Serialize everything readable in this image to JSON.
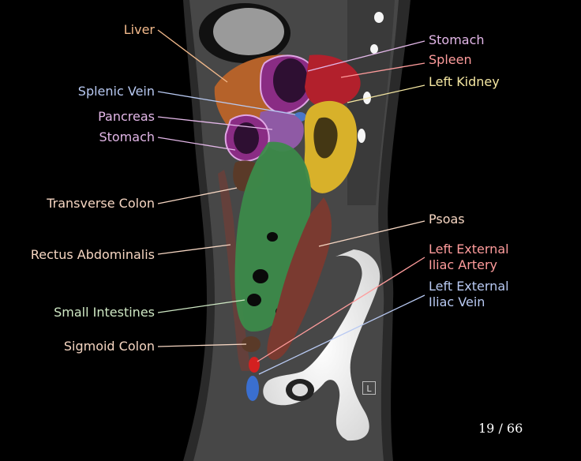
{
  "labels": {
    "liver": "Liver",
    "splenic_vein": "Splenic Vein",
    "pancreas": "Pancreas",
    "stomach_left": "Stomach",
    "transverse_colon": "Transverse Colon",
    "rectus_abdominalis": "Rectus Abdominalis",
    "small_intestines": "Small Intestines",
    "sigmoid_colon": "Sigmoid Colon",
    "stomach_right": "Stomach",
    "spleen": "Spleen",
    "left_kidney": "Left Kidney",
    "psoas": "Psoas",
    "iliac_artery": "Left External\nIliac Artery",
    "iliac_vein": "Left External\nIliac Vein"
  },
  "slice": {
    "current": 19,
    "total": 66,
    "text": "19 / 66"
  },
  "orientation_marker": "L",
  "colors": {
    "liver": "#b5622a",
    "stomach": "#8a2c84",
    "spleen": "#b2202c",
    "kidney": "#d8b12a",
    "splenic_vein": "#4a76c6",
    "pancreas": "#8f5aa5",
    "small_intestines": "#3c8a4a",
    "psoas": "#7a3a30",
    "iliac_artery": "#d42020",
    "iliac_vein": "#3a6fd0",
    "label_orange": "#f2b98b",
    "label_blue": "#b8c9f2",
    "label_purple": "#e3b7e8",
    "label_pink": "#ff9c9c",
    "label_yellow": "#f5e7a2",
    "label_peach": "#f6d6c2",
    "label_green": "#cfe8c4"
  }
}
